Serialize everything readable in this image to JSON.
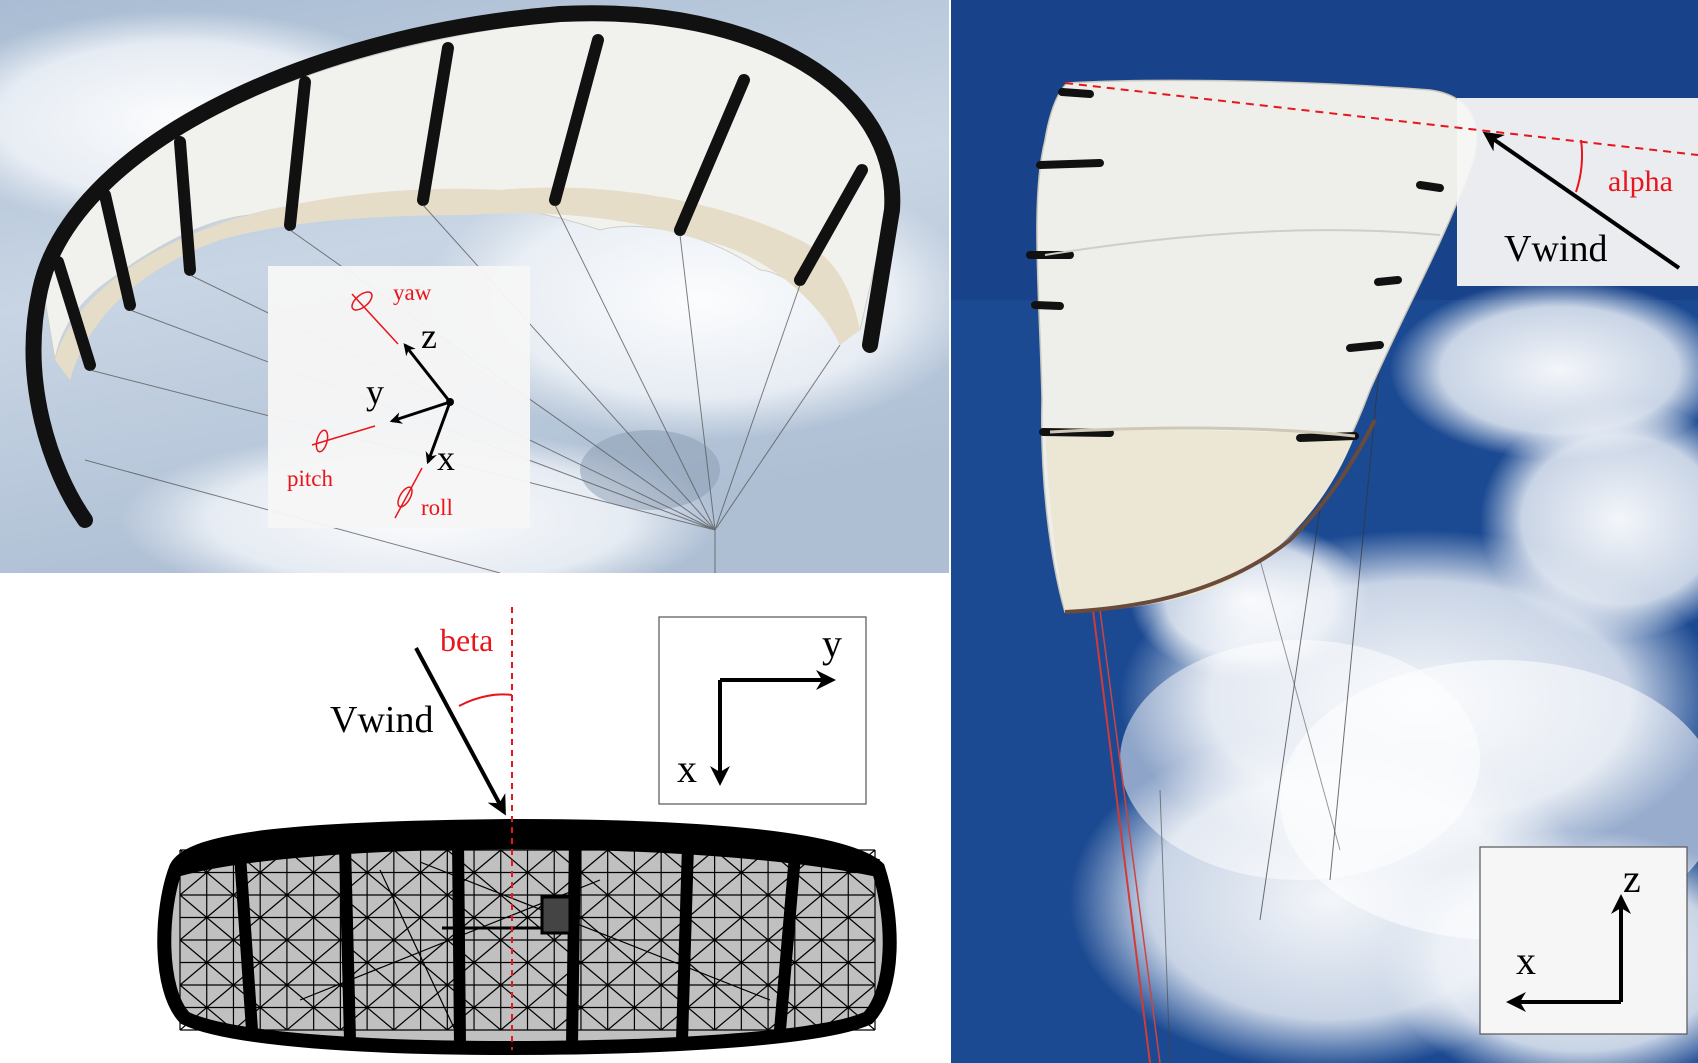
{
  "colors": {
    "annotation_red": "#e8151b",
    "sky_cloudy": "#b9c9dc",
    "sky_blue": "#1c4a92",
    "canopy_white": "#f1f1ee",
    "leading_edge_black": "#111111",
    "mesh_fill": "#c0c0c0",
    "inset_bg": "#f6f6f6"
  },
  "panel_photo_front": {
    "name": "Kite canopy photo seen from below",
    "inset": {
      "labels": {
        "yaw": "yaw",
        "pitch": "pitch",
        "roll": "roll",
        "z": "z",
        "y": "y",
        "x": "x"
      }
    }
  },
  "panel_mesh": {
    "name": "Kite wireframe mesh with side-slip angle",
    "labels": {
      "beta": "beta",
      "vwind": "Vwind"
    },
    "axes_box": {
      "y": "y",
      "x": "x"
    }
  },
  "panel_photo_side": {
    "name": "Kite side photo with angle of attack",
    "labels": {
      "alpha": "alpha",
      "vwind": "Vwind"
    },
    "axes_box": {
      "z": "z",
      "x": "x"
    }
  }
}
